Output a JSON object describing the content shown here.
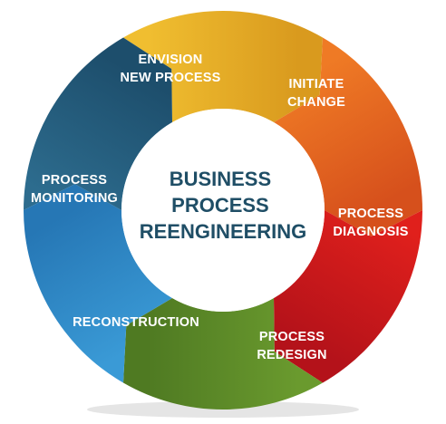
{
  "diagram": {
    "center_lines": [
      "BUSINESS",
      "PROCESS",
      "REENGINEERING"
    ],
    "segments": [
      {
        "id": "envision",
        "lines": [
          "ENVISION",
          "NEW PROCESS"
        ],
        "color": "#f0be30",
        "color_dark": "#d99a1e"
      },
      {
        "id": "initiate",
        "lines": [
          "INITIATE",
          "CHANGE"
        ],
        "color": "#ef7a25",
        "color_dark": "#d6501c"
      },
      {
        "id": "diagnosis",
        "lines": [
          "PROCESS",
          "DIAGNOSIS"
        ],
        "color": "#e0201c",
        "color_dark": "#b4121a"
      },
      {
        "id": "redesign",
        "lines": [
          "PROCESS",
          "REDESIGN"
        ],
        "color": "#6a9a2e",
        "color_dark": "#4f7a22"
      },
      {
        "id": "reconstruction",
        "lines": [
          "RECONSTRUCTION"
        ],
        "color": "#3a9ad6",
        "color_dark": "#2677b5"
      },
      {
        "id": "monitoring",
        "lines": [
          "PROCESS",
          "MONITORING"
        ],
        "color": "#2d6c8e",
        "color_dark": "#1d4e6c"
      }
    ]
  }
}
